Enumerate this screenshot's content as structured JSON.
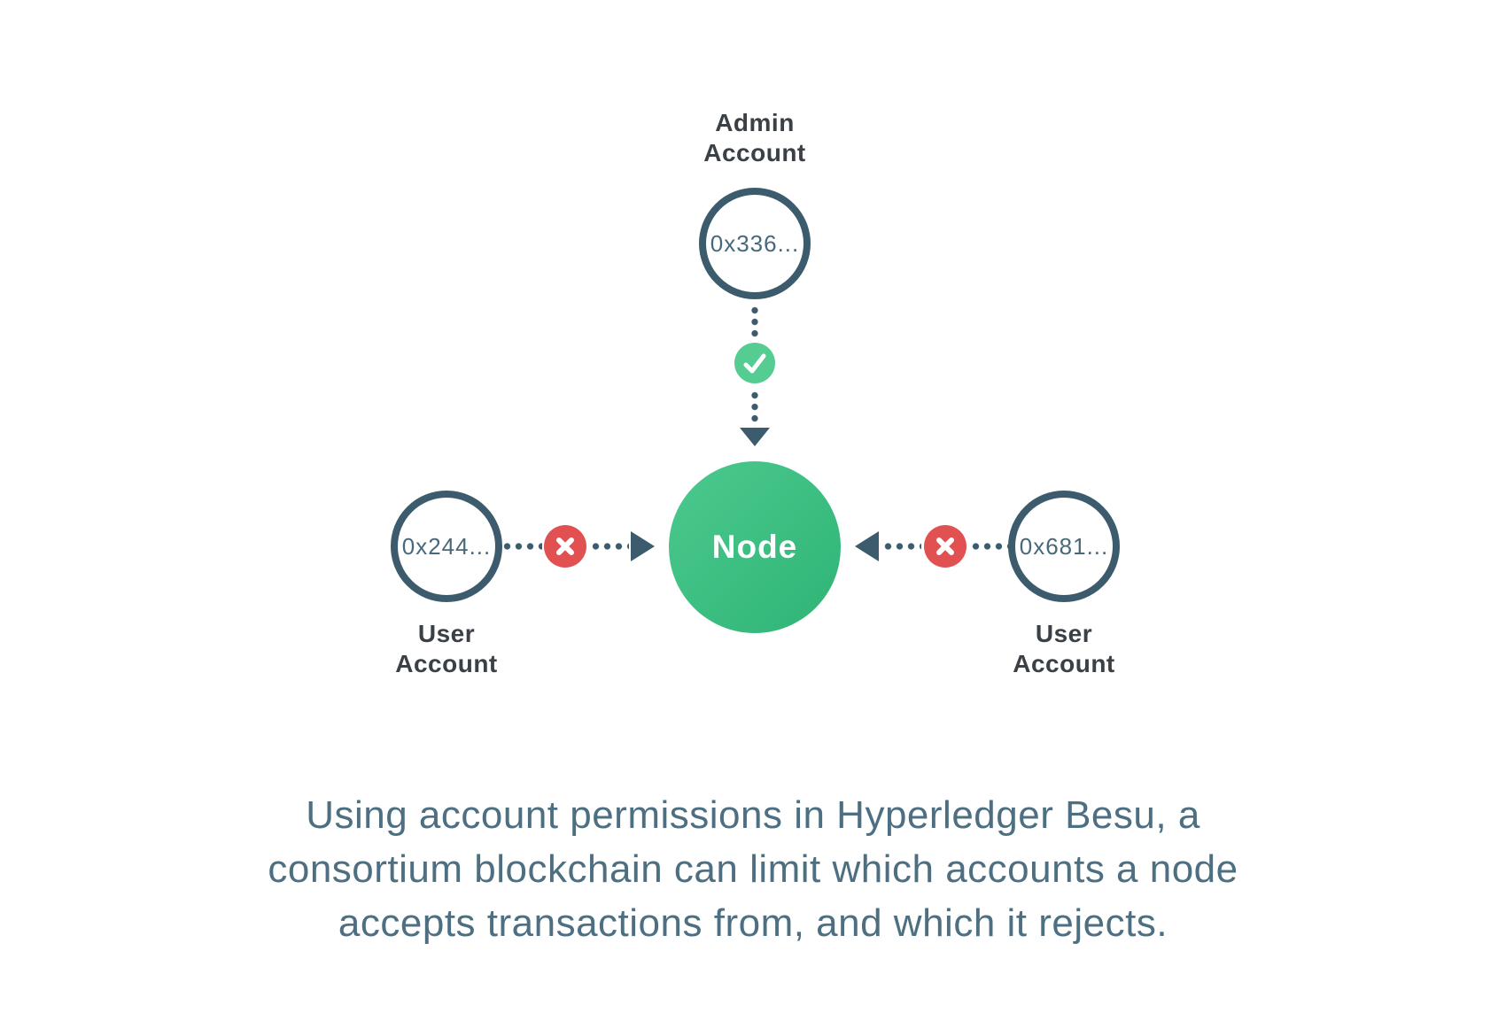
{
  "colors": {
    "slate": "#3C5C6E",
    "label": "#3A4045",
    "addr": "#48697C",
    "node_green_light": "#4CC98E",
    "node_green_dark": "#2FB476",
    "green_check": "#54CC92",
    "red": "#E25151",
    "caption": "#4D6F81",
    "background": "#FFFFFF"
  },
  "admin": {
    "label": "Admin\nAccount",
    "address": "0x336..."
  },
  "node": {
    "label": "Node"
  },
  "users": {
    "left": {
      "label": "User\nAccount",
      "address": "0x244..."
    },
    "right": {
      "label": "User\nAccount",
      "address": "0x681..."
    }
  },
  "icons": {
    "approve": "check-icon",
    "reject": "x-icon",
    "flow_down": "arrow-down-icon",
    "flow_right": "arrow-right-icon",
    "flow_left": "arrow-left-icon"
  },
  "caption": {
    "lines": [
      "Using account permissions in Hyperledger Besu, a",
      "consortium blockchain can limit which accounts a node",
      "accepts transactions from, and which it rejects."
    ]
  }
}
